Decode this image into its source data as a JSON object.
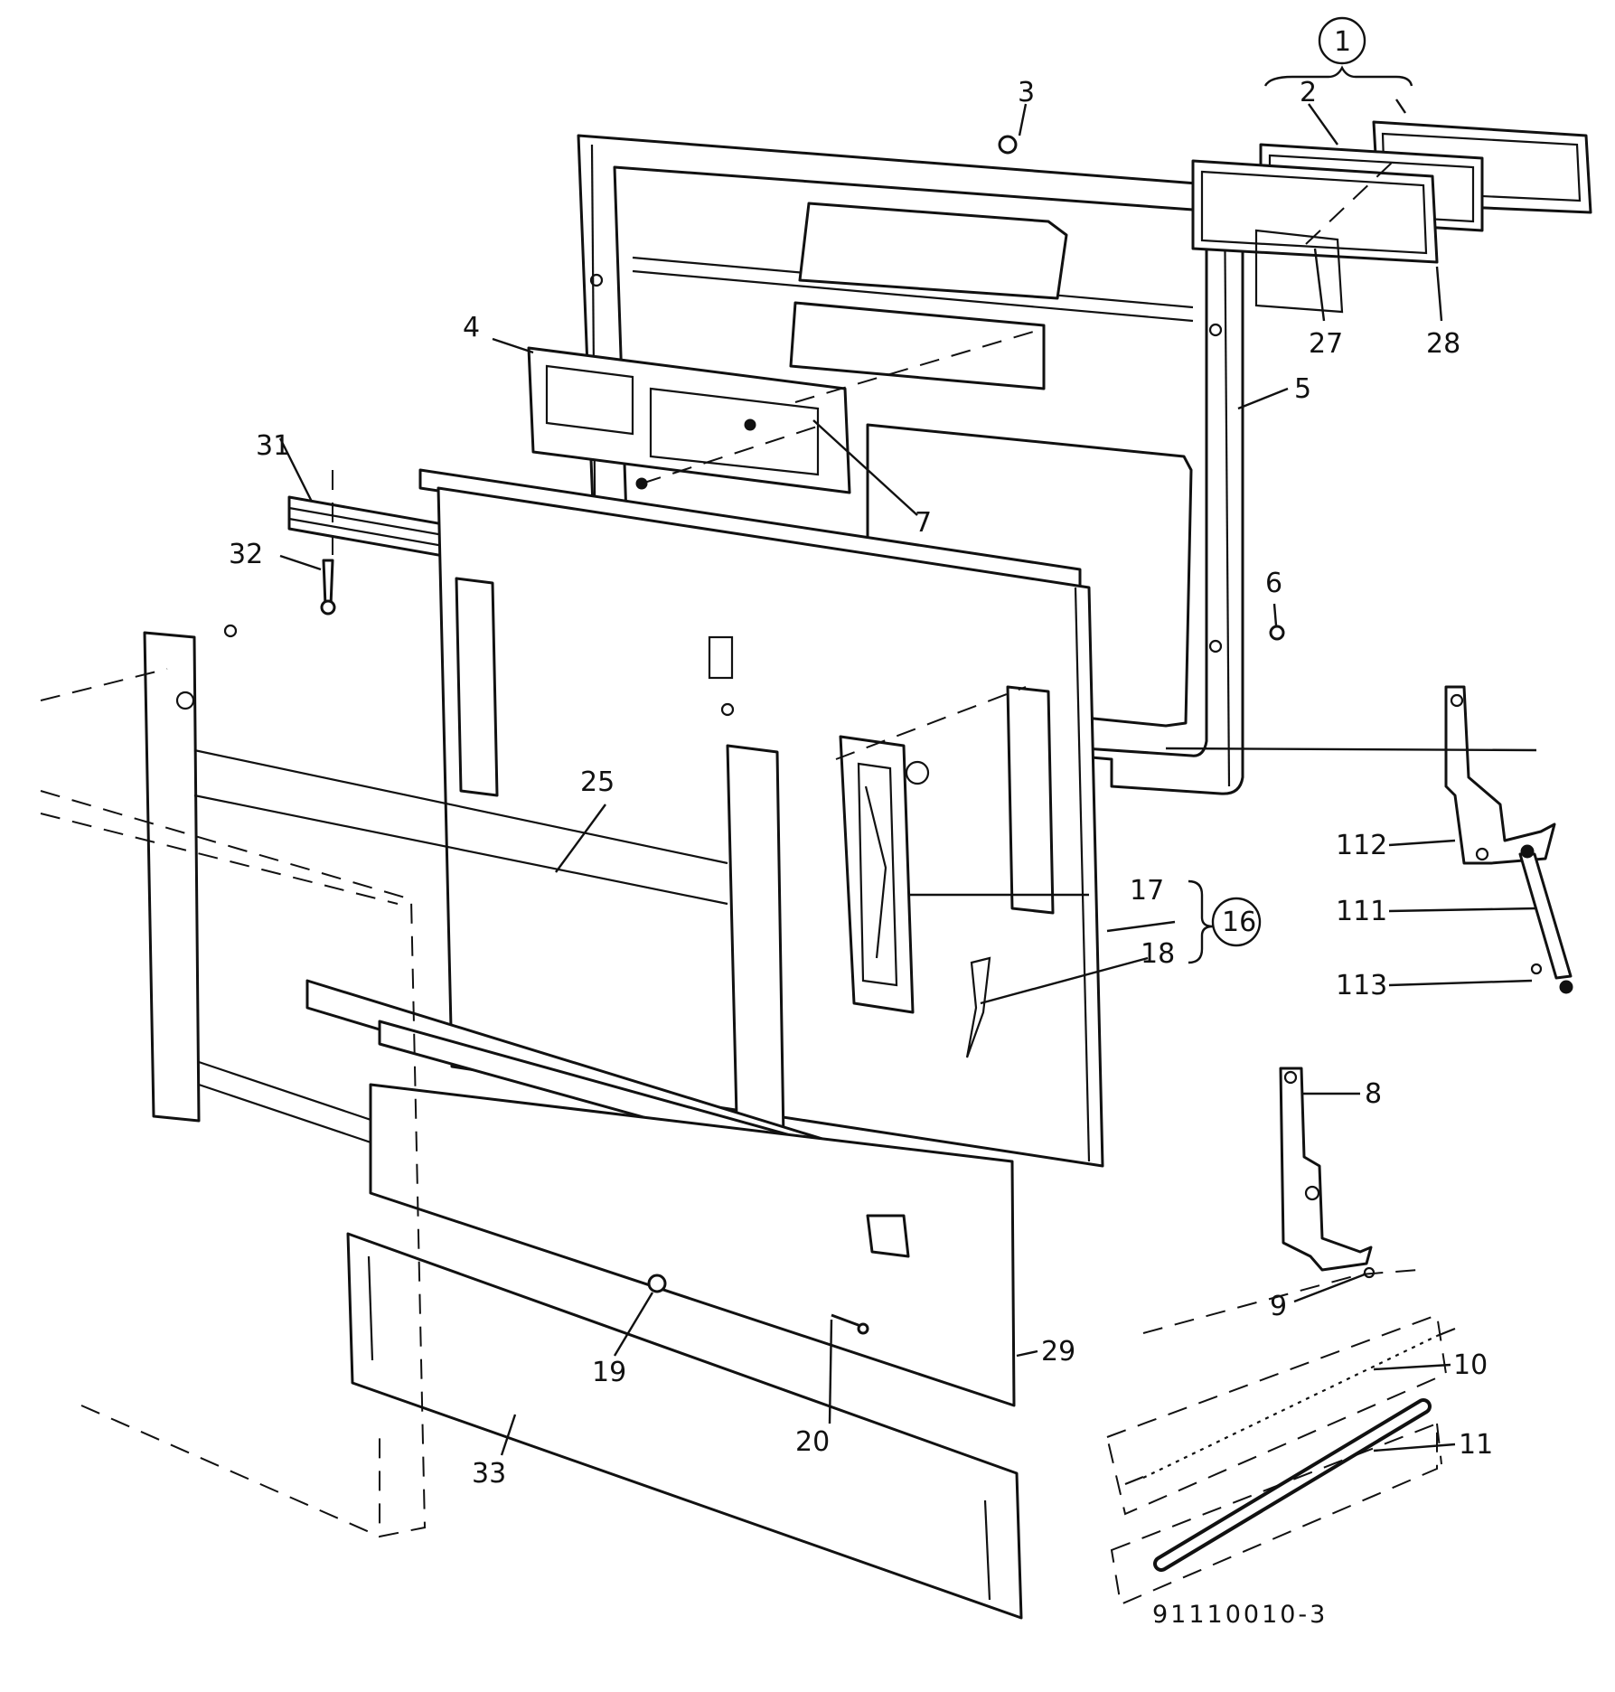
{
  "diagram": {
    "part_labels": {
      "p1": "1",
      "p2": "2",
      "p3": "3",
      "p4": "4",
      "p5": "5",
      "p6": "6",
      "p7": "7",
      "p8": "8",
      "p9": "9",
      "p10": "10",
      "p11": "11",
      "p16": "16",
      "p17": "17",
      "p18": "18",
      "p19": "19",
      "p20": "20",
      "p25": "25",
      "p27": "27",
      "p28": "28",
      "p29": "29",
      "p31": "31",
      "p32": "32",
      "p33": "33",
      "p111": "111",
      "p112": "112",
      "p113": "113"
    },
    "drawing_code": "91110010-3"
  }
}
